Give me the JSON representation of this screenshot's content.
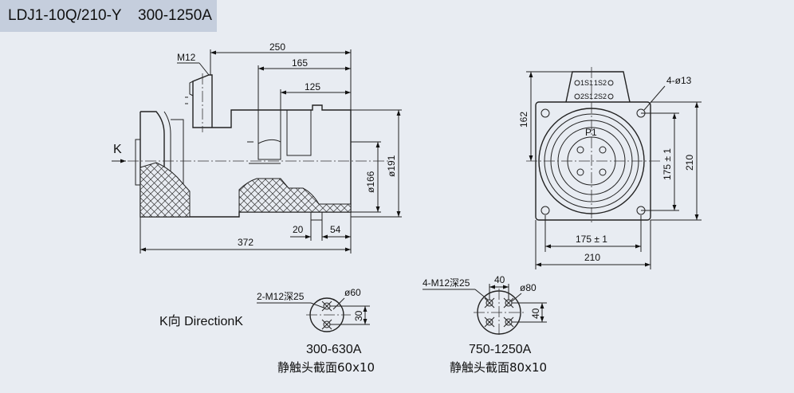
{
  "header": {
    "model": "LDJ1-10Q/210-Y",
    "range": "300-1250A"
  },
  "side_view": {
    "dims": {
      "d250": "250",
      "d165": "165",
      "d125": "125",
      "d372": "372",
      "d20": "20",
      "d54": "54",
      "d166": "ø166",
      "d191": "ø191"
    },
    "m12": "M12",
    "k": "K"
  },
  "end_view": {
    "holes": "4-ø13",
    "dims": {
      "h162": "162",
      "h175": "175 ± 1",
      "h210": "210",
      "w175": "175 ± 1",
      "w210": "210"
    },
    "terminals": [
      "1S1",
      "1S2",
      "2S1",
      "2S2"
    ],
    "p1": "P1"
  },
  "k_direction": "K向 DirectionK",
  "contact_small": {
    "thread": "2-M12深25",
    "dia": "ø60",
    "pitch": "30",
    "rating": "300-630A",
    "section": "静触头截面60x10"
  },
  "contact_large": {
    "thread": "4-M12深25",
    "top": "40",
    "dia": "ø80",
    "pitch": "40",
    "rating": "750-1250A",
    "section": "静触头截面80x10"
  }
}
